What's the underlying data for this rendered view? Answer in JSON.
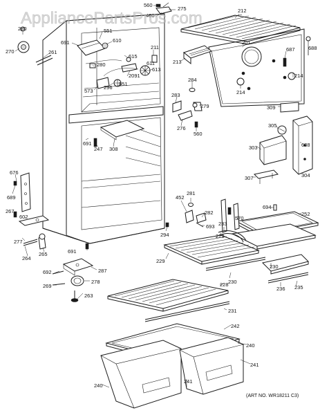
{
  "watermark": "AppliancePartsPros.com",
  "art_number": "(ART NO. WR18211 C3)",
  "part_labels": [
    "560",
    "275",
    "212",
    "280",
    "460",
    "270",
    "261",
    "551",
    "691",
    "610",
    "211",
    "201",
    "615",
    "687",
    "280",
    "2091",
    "611",
    "613",
    "573",
    "296",
    "551",
    "688",
    "213",
    "214",
    "214",
    "284",
    "283",
    "279",
    "309",
    "560",
    "276",
    "305",
    "247",
    "308",
    "303",
    "688",
    "691",
    "676",
    "689",
    "281",
    "452",
    "307",
    "304",
    "694",
    "267",
    "602",
    "282",
    "693",
    "233",
    "570",
    "252",
    "229",
    "277",
    "294",
    "265",
    "264",
    "691",
    "229",
    "230",
    "692",
    "287",
    "278",
    "230",
    "228",
    "236",
    "235",
    "269",
    "263",
    "231",
    "242",
    "240",
    "241",
    "241",
    "240"
  ]
}
